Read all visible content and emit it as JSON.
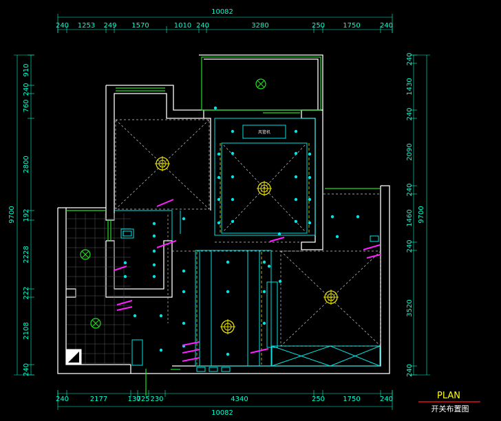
{
  "drawing": {
    "title": "PLAN",
    "subtitle": "开关布置图",
    "box_label": "风管机"
  },
  "dimensions": {
    "top_total": "10082",
    "top_segments": [
      "240",
      "1253",
      "249",
      "1570",
      "1010",
      "240",
      "3280",
      "250",
      "1750",
      "240"
    ],
    "bottom_total": "10082",
    "bottom_segments": [
      "240",
      "2177",
      "130",
      "725",
      "230",
      "4340",
      "250",
      "1750",
      "240"
    ],
    "left_total": "9700",
    "left_segments": [
      "910",
      "240",
      "760",
      "2800",
      "192",
      "2228",
      "222",
      "2108",
      "240"
    ],
    "right_total": "9700",
    "right_segments": [
      "240",
      "1430",
      "240",
      "2090",
      "240",
      "1460",
      "240",
      "3520",
      "240"
    ]
  },
  "colors": {
    "background": "#000000",
    "dimension": "#00ffd2",
    "wall": "#ffffff",
    "ceiling_line": "#00e5e5",
    "title": "#ffff00",
    "title_underline": "#e01010",
    "switch_tag": "#ff20ff",
    "lamp": "#e8e000",
    "exhaust_fan": "#20e020"
  },
  "icons": {
    "ceiling_lamp": "ceiling-lamp-icon",
    "exhaust_fan": "exhaust-fan-icon",
    "downlight": "downlight-icon",
    "switch_tag": "switch-tag-icon"
  }
}
